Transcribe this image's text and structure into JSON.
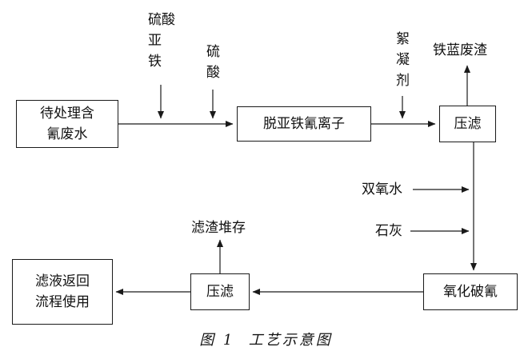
{
  "diagram": {
    "inputs": {
      "ferrous_sulfate": "硫酸\n亚\n铁",
      "sulfuric_acid": "硫\n酸",
      "flocculant": "絮\n凝\n剂",
      "hydrogen_peroxide": "双氧水",
      "lime": "石灰"
    },
    "outputs": {
      "iron_blue_waste": "铁蓝废渣",
      "residue_storage": "滤渣堆存"
    },
    "boxes": {
      "raw_wastewater": "待处理含\n氰废水",
      "remove_ferrocyanide": "脱亚铁氰离子",
      "press_filter_top": "压滤",
      "oxidation_break_cyanide": "氧化破氰",
      "press_filter_bottom": "压滤",
      "filtrate_return": "滤液返回\n流程使用"
    },
    "caption": "图 1  工艺示意图",
    "colors": {
      "line": "#1a1a1a",
      "text": "#111111",
      "background": "#ffffff"
    }
  }
}
